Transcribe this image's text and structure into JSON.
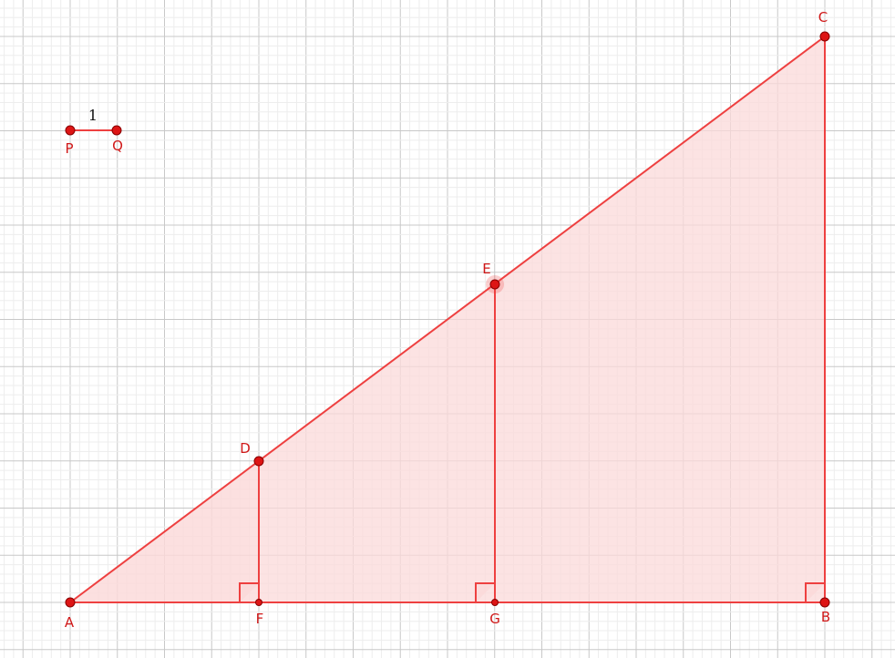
{
  "colors": {
    "stroke": "#ee4040",
    "fill": "#fbd9d9",
    "point": "#dd1515",
    "point_outline": "#880000",
    "label": "#d01818",
    "grid_minor": "#ededed",
    "grid_major": "#c8c8c8"
  },
  "segment_pq": {
    "from": "P",
    "to": "Q",
    "length_label": "1"
  },
  "points": [
    {
      "id": "A",
      "label": "A"
    },
    {
      "id": "B",
      "label": "B"
    },
    {
      "id": "C",
      "label": "C"
    },
    {
      "id": "D",
      "label": "D"
    },
    {
      "id": "E",
      "label": "E"
    },
    {
      "id": "F",
      "label": "F"
    },
    {
      "id": "G",
      "label": "G"
    },
    {
      "id": "P",
      "label": "P"
    },
    {
      "id": "Q",
      "label": "Q"
    }
  ],
  "triangle": {
    "vertices": [
      "A",
      "B",
      "C"
    ]
  },
  "perpendiculars": [
    {
      "from": "D",
      "to": "F",
      "right_angle_at": "F"
    },
    {
      "from": "E",
      "to": "G",
      "right_angle_at": "G"
    },
    {
      "from": "C",
      "to": "B",
      "right_angle_at": "B"
    }
  ],
  "highlighted_point": "E"
}
